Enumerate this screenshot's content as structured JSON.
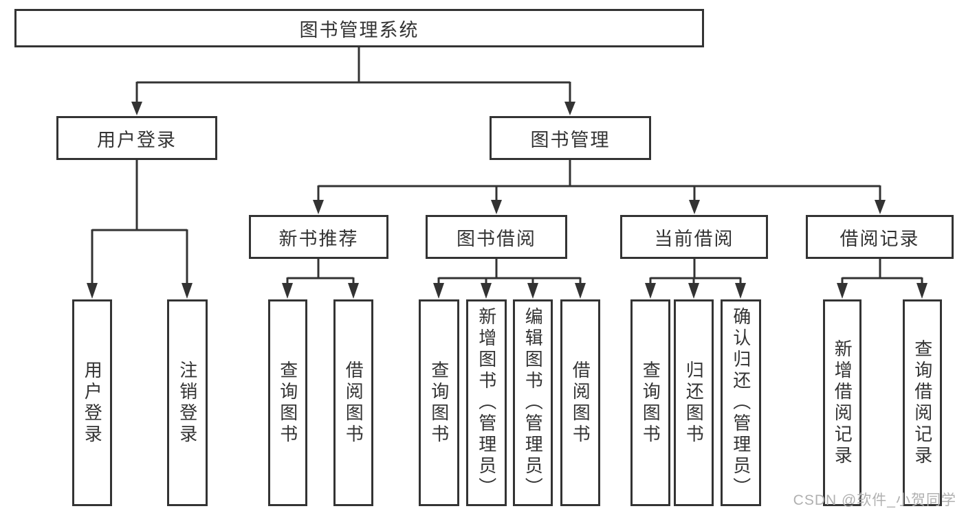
{
  "diagram": {
    "root": {
      "label": "图书管理系统"
    },
    "level2": [
      {
        "label": "用户登录"
      },
      {
        "label": "图书管理"
      }
    ],
    "level3": [
      {
        "label": "新书推荐",
        "parent": "图书管理"
      },
      {
        "label": "图书借阅",
        "parent": "图书管理"
      },
      {
        "label": "当前借阅",
        "parent": "图书管理"
      },
      {
        "label": "借阅记录",
        "parent": "图书管理"
      }
    ],
    "leaves": [
      {
        "label": "用户登录",
        "parent": "用户登录"
      },
      {
        "label": "注销登录",
        "parent": "用户登录"
      },
      {
        "label": "查询图书",
        "parent": "新书推荐"
      },
      {
        "label": "借阅图书",
        "parent": "新书推荐"
      },
      {
        "label": "查询图书",
        "parent": "图书借阅"
      },
      {
        "label": "新增图书（管理员）",
        "parent": "图书借阅"
      },
      {
        "label": "编辑图书（管理员）",
        "parent": "图书借阅"
      },
      {
        "label": "借阅图书",
        "parent": "图书借阅"
      },
      {
        "label": "查询图书",
        "parent": "当前借阅"
      },
      {
        "label": "归还图书",
        "parent": "当前借阅"
      },
      {
        "label": "确认归还（管理员）",
        "parent": "当前借阅"
      },
      {
        "label": "新增借阅记录",
        "parent": "借阅记录"
      },
      {
        "label": "查询借阅记录",
        "parent": "借阅记录"
      }
    ]
  },
  "watermark": {
    "text": "CSDN @软件_小贺同学"
  },
  "colors": {
    "line": "#333333",
    "text": "#333333",
    "background": "#ffffff",
    "watermark": "#b0b0b0"
  }
}
